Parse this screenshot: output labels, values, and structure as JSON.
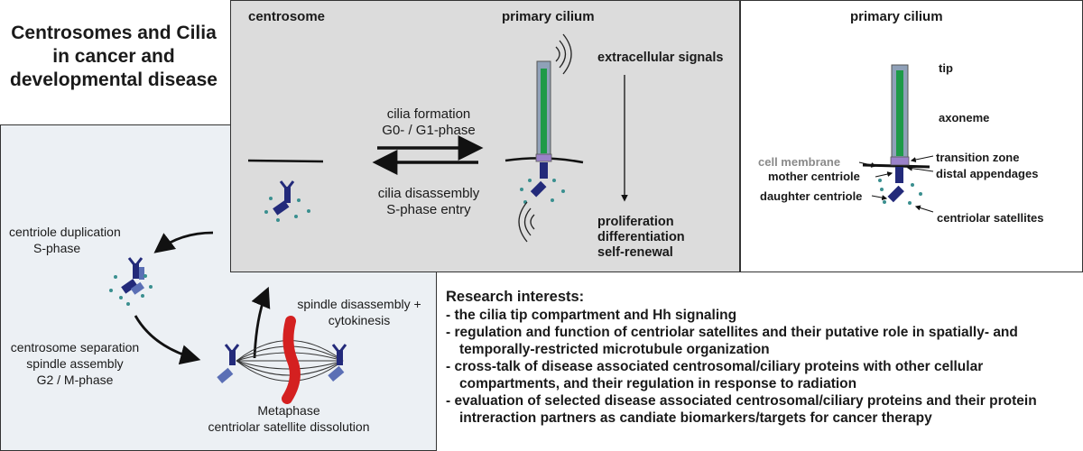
{
  "title": "Centrosomes and Cilia in cancer and developmental disease",
  "gray_panel": {
    "centrosome_label": "centrosome",
    "primary_cilium_label": "primary cilium",
    "forward_line1": "cilia formation",
    "forward_line2": "G0- / G1-phase",
    "reverse_line1": "cilia disassembly",
    "reverse_line2": "S-phase entry",
    "signals_label": "extracellular signals",
    "outcomes": [
      "proliferation",
      "differentiation",
      "self-renewal"
    ]
  },
  "right_panel": {
    "title": "primary cilium",
    "tip": "tip",
    "axoneme": "axoneme",
    "transition_zone": "transition zone",
    "cell_membrane": "cell membrane",
    "distal_appendages": "distal appendages",
    "mother_centriole": "mother centriole",
    "daughter_centriole": "daughter centriole",
    "centriolar_satellites": "centriolar satellites"
  },
  "left_panel": {
    "duplication_line1": "centriole duplication",
    "duplication_line2": "S-phase",
    "separation_line1": "centrosome separation",
    "separation_line2": "spindle assembly",
    "separation_line3": "G2 / M-phase",
    "metaphase_line1": "Metaphase",
    "metaphase_line2": "centriolar satellite dissolution",
    "spindle_line1": "spindle disassembly +",
    "spindle_line2": "cytokinesis"
  },
  "research": {
    "heading": "Research interests:",
    "items": [
      "- the cilia tip compartment and Hh signaling",
      "- regulation and function of centriolar satellites and their putative role in spatially- and temporally-restricted microtubule organization",
      "- cross-talk of disease associated centrosomal/ciliary proteins with other cellular compartments, and their regulation in response to radiation",
      "- evaluation of selected disease associated centrosomal/ciliary proteins and their protein intreraction partners as candiate biomarkers/targets for cancer therapy"
    ]
  },
  "colors": {
    "centriole": "#232a7a",
    "daughter_centriole": "#5b6fb5",
    "satellite": "#3a8f8f",
    "axoneme": "#1e9a48",
    "cilium_sheath": "#8fa1b8",
    "transition_zone": "#9b82c9",
    "chromosome": "#d42020",
    "gray_panel": "#dcdcdc",
    "left_panel": "#ecf0f4"
  }
}
